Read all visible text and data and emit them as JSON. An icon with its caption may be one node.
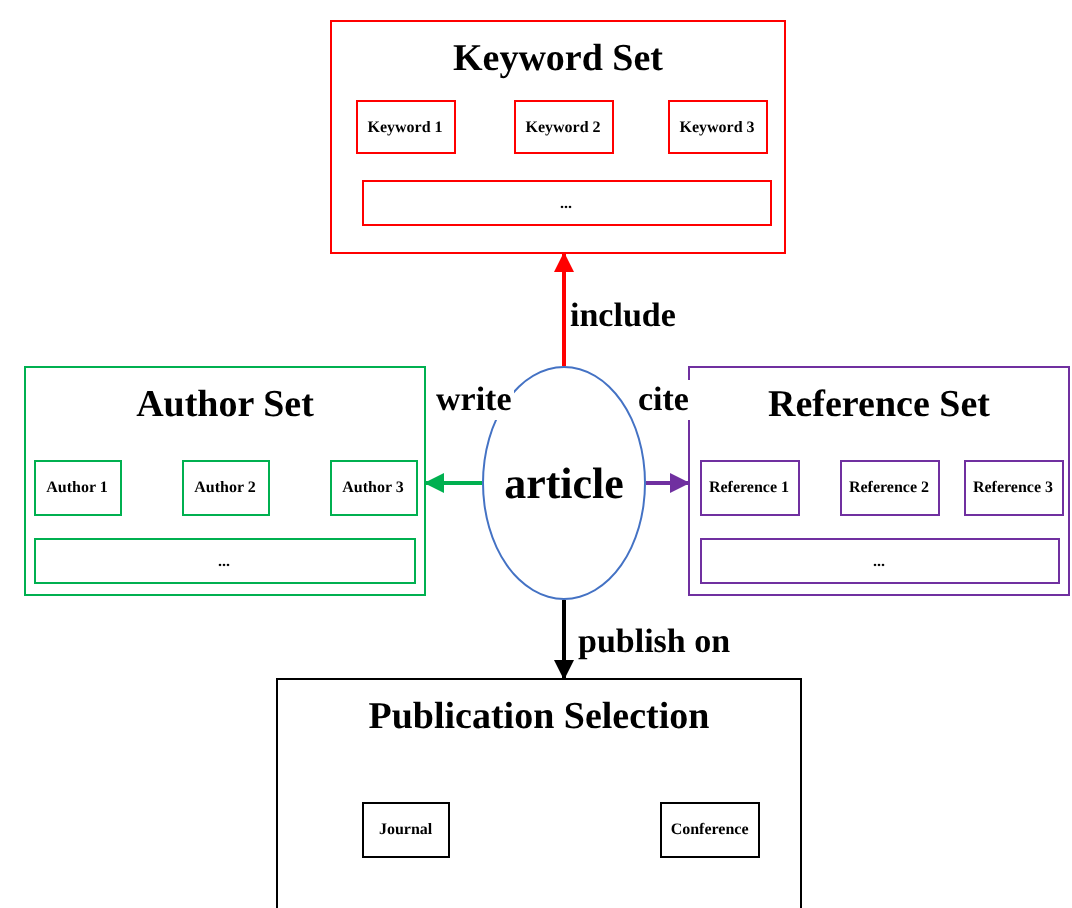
{
  "diagram": {
    "nodes": [
      {
        "text": [
          "Keyword Set"
        ]
      },
      {
        "text": [
          "Keyword 1"
        ],
        "in": 0
      },
      {
        "text": [
          "Keyword 2"
        ],
        "in": 0
      },
      {
        "text": [
          "Keyword 3"
        ],
        "in": 0
      },
      {
        "text": [
          "..."
        ],
        "in": 0
      },
      {
        "text": [
          "Author Set"
        ]
      },
      {
        "text": [
          "Author 1"
        ],
        "in": 5
      },
      {
        "text": [
          "Author 2"
        ],
        "in": 5
      },
      {
        "text": [
          "Author 3"
        ],
        "in": 5
      },
      {
        "text": [
          "..."
        ],
        "in": 5
      },
      {
        "text": [
          "article"
        ]
      },
      {
        "text": [
          "Reference Set"
        ]
      },
      {
        "text": [
          "Reference 1"
        ],
        "in": 11
      },
      {
        "text": [
          "Reference 2"
        ],
        "in": 11
      },
      {
        "text": [
          "Reference 3"
        ],
        "in": 11
      },
      {
        "text": [
          "..."
        ],
        "in": 11
      },
      {
        "text": [
          "Publication Selection"
        ]
      },
      {
        "text": [
          "Journal"
        ],
        "in": 16
      },
      {
        "text": [
          "Conference"
        ],
        "in": 16
      }
    ],
    "edges": [
      {
        "from": 10,
        "to": 0,
        "arrow": "to",
        "label": "include",
        "color": "#ff0000"
      },
      {
        "from": 10,
        "to": 5,
        "arrow": "to",
        "label": "write",
        "color": "#00b050"
      },
      {
        "from": 10,
        "to": 11,
        "arrow": "to",
        "label": "cite",
        "color": "#7030a0"
      },
      {
        "from": 10,
        "to": 16,
        "arrow": "to",
        "label": "publish on",
        "color": "#000000"
      }
    ]
  }
}
